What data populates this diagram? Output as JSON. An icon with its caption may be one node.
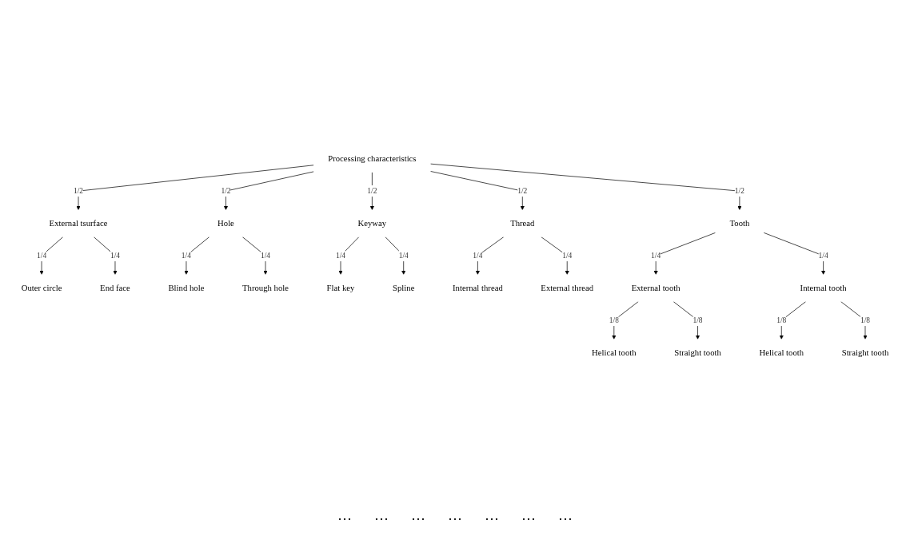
{
  "diagram": {
    "nodes": [
      {
        "text": [
          "Processing characteristics"
        ]
      },
      {
        "text": [
          "External tsurface"
        ]
      },
      {
        "text": [
          "Hole"
        ]
      },
      {
        "text": [
          "Keyway"
        ]
      },
      {
        "text": [
          "Thread"
        ]
      },
      {
        "text": [
          "Tooth"
        ]
      },
      {
        "text": [
          "Outer circle"
        ]
      },
      {
        "text": [
          "End face"
        ]
      },
      {
        "text": [
          "Blind hole"
        ]
      },
      {
        "text": [
          "Through hole"
        ]
      },
      {
        "text": [
          "Flat key"
        ]
      },
      {
        "text": [
          "Spline"
        ]
      },
      {
        "text": [
          "Internal thread"
        ]
      },
      {
        "text": [
          "External thread"
        ]
      },
      {
        "text": [
          "External tooth"
        ]
      },
      {
        "text": [
          "Internal tooth"
        ]
      },
      {
        "text": [
          "Helical tooth"
        ]
      },
      {
        "text": [
          "Straight tooth"
        ]
      },
      {
        "text": [
          "Helical tooth"
        ]
      },
      {
        "text": [
          "Straight tooth"
        ]
      }
    ],
    "edges": [
      {
        "from": 0,
        "to": 1,
        "arrow": "to",
        "label": "1/2"
      },
      {
        "from": 0,
        "to": 2,
        "arrow": "to",
        "label": "1/2"
      },
      {
        "from": 0,
        "to": 3,
        "arrow": "to",
        "label": "1/2"
      },
      {
        "from": 0,
        "to": 4,
        "arrow": "to",
        "label": "1/2"
      },
      {
        "from": 0,
        "to": 5,
        "arrow": "to",
        "label": "1/2"
      },
      {
        "from": 1,
        "to": 6,
        "arrow": "to",
        "label": "1/4"
      },
      {
        "from": 1,
        "to": 7,
        "arrow": "to",
        "label": "1/4"
      },
      {
        "from": 2,
        "to": 8,
        "arrow": "to",
        "label": "1/4"
      },
      {
        "from": 2,
        "to": 9,
        "arrow": "to",
        "label": "1/4"
      },
      {
        "from": 3,
        "to": 10,
        "arrow": "to",
        "label": "1/4"
      },
      {
        "from": 3,
        "to": 11,
        "arrow": "to",
        "label": "1/4"
      },
      {
        "from": 4,
        "to": 12,
        "arrow": "to",
        "label": "1/4"
      },
      {
        "from": 4,
        "to": 13,
        "arrow": "to",
        "label": "1/4"
      },
      {
        "from": 5,
        "to": 14,
        "arrow": "to",
        "label": "1/4"
      },
      {
        "from": 5,
        "to": 15,
        "arrow": "to",
        "label": "1/4"
      },
      {
        "from": 14,
        "to": 16,
        "arrow": "to",
        "label": "1/8"
      },
      {
        "from": 14,
        "to": 17,
        "arrow": "to",
        "label": "1/8"
      },
      {
        "from": 15,
        "to": 18,
        "arrow": "to",
        "label": "1/8"
      },
      {
        "from": 15,
        "to": 19,
        "arrow": "to",
        "label": "1/8"
      }
    ],
    "labels": [
      "···",
      "···",
      "···",
      "···",
      "···",
      "···",
      "···"
    ]
  }
}
